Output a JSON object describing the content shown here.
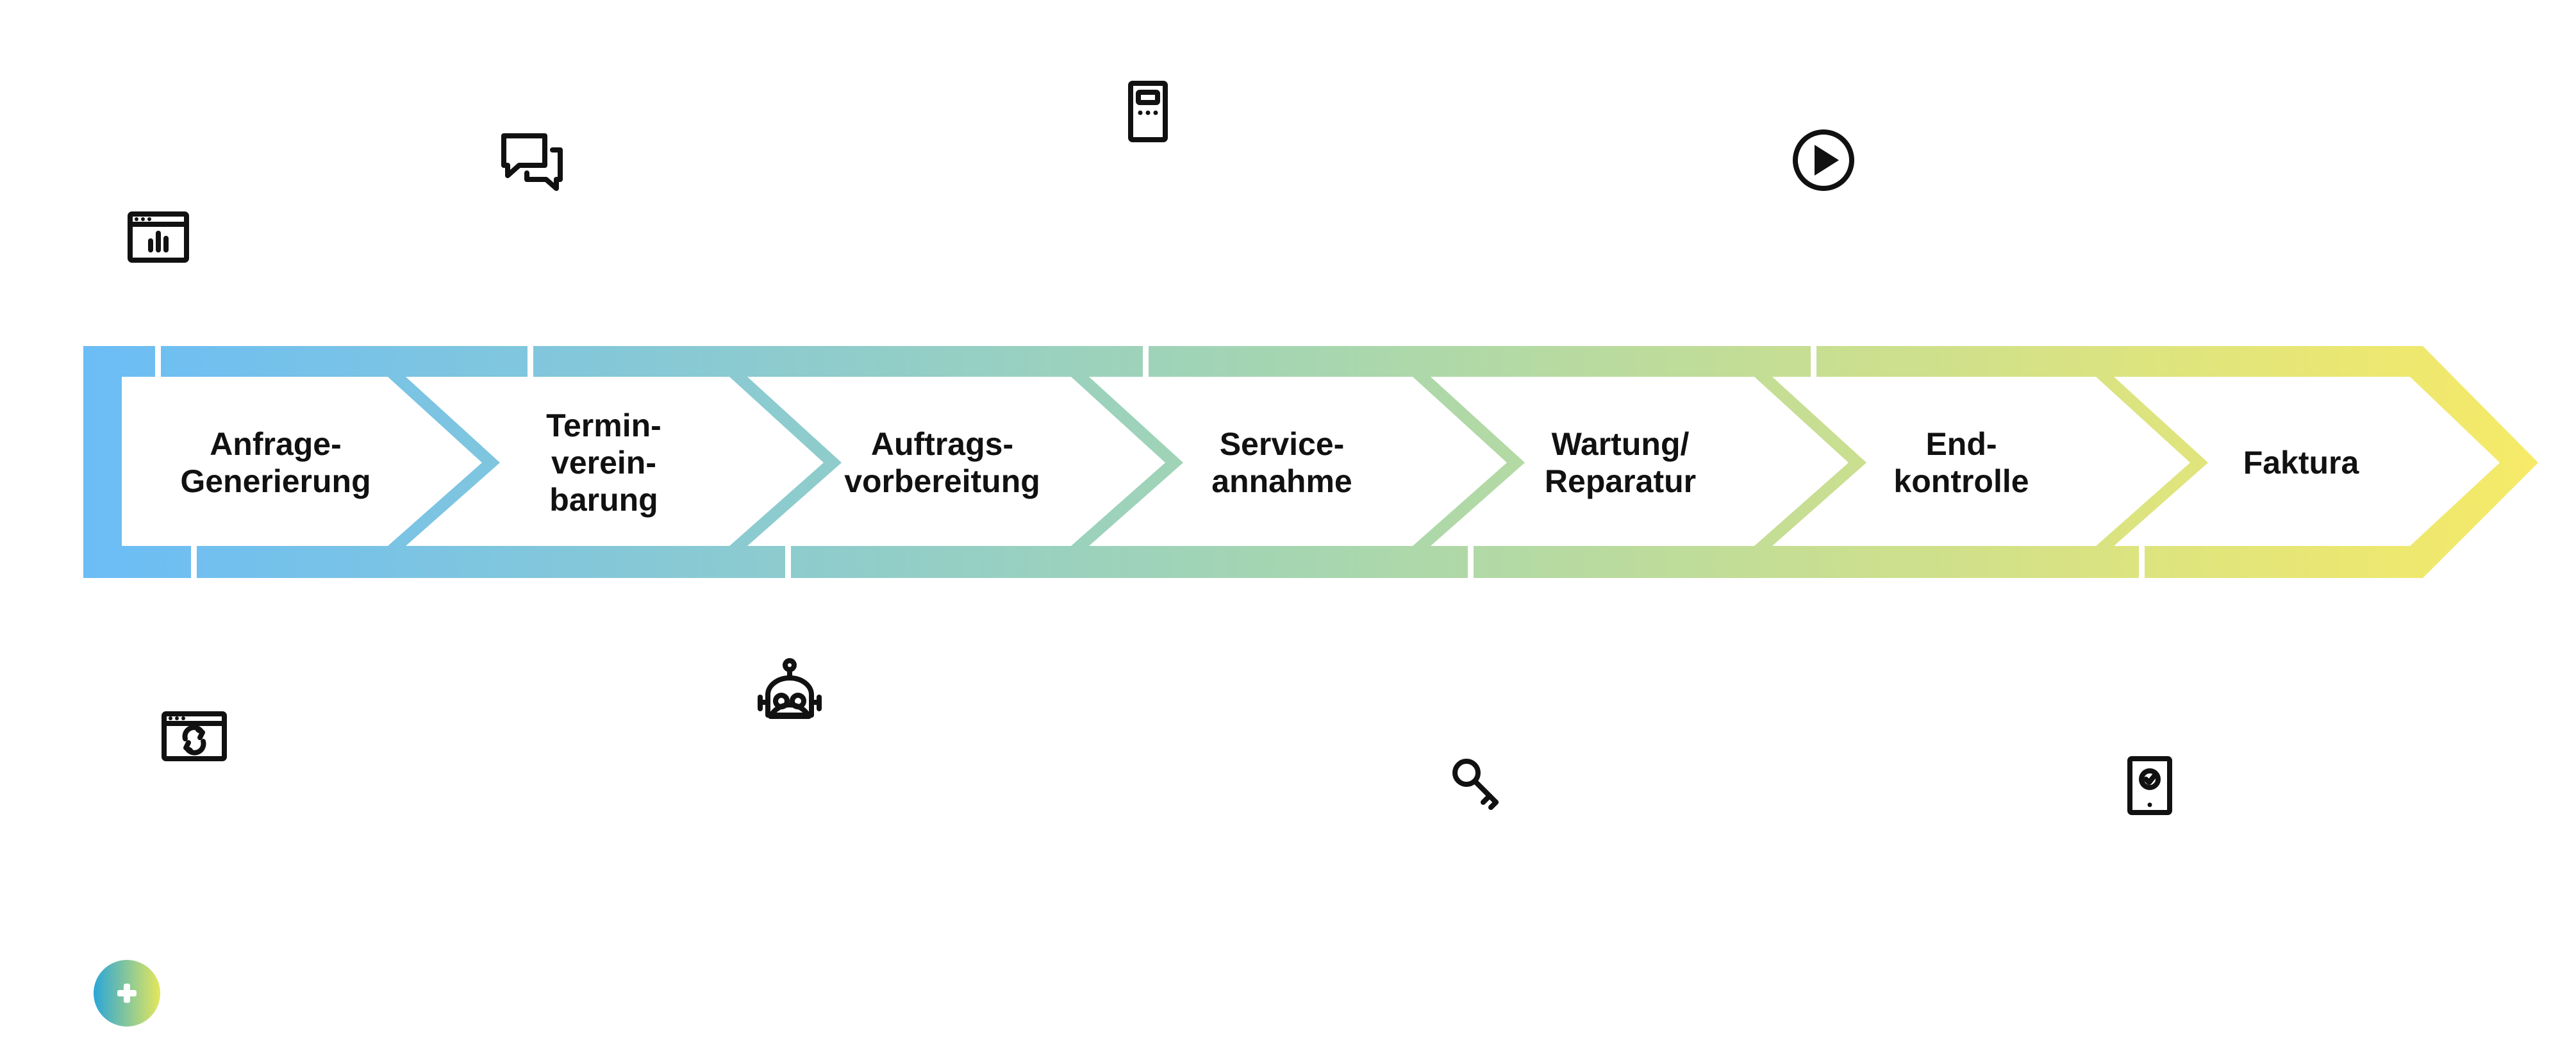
{
  "process": {
    "steps": [
      {
        "lines": [
          "Anfrage-",
          "Generierung"
        ]
      },
      {
        "lines": [
          "Termin-",
          "verein-",
          "barung"
        ]
      },
      {
        "lines": [
          "Auftrags-",
          "vorbereitung"
        ]
      },
      {
        "lines": [
          "Service-",
          "annahme"
        ]
      },
      {
        "lines": [
          "Wartung/",
          "Reparatur"
        ]
      },
      {
        "lines": [
          "End-",
          "kontrolle"
        ]
      },
      {
        "lines": [
          "Faktura"
        ]
      }
    ]
  },
  "colors": {
    "gradient_start": "#6bbdf6",
    "gradient_mid": "#a6d6b0",
    "gradient_end": "#f6ea68",
    "icon": "#111111"
  },
  "icons": {
    "upper": [
      "dashboard-window-icon",
      "chat-bubbles-icon",
      "server-tower-icon",
      "play-circle-icon"
    ],
    "lower": [
      "sync-window-icon",
      "robot-icon",
      "key-icon",
      "tablet-check-icon"
    ],
    "action": "plus-icon"
  }
}
